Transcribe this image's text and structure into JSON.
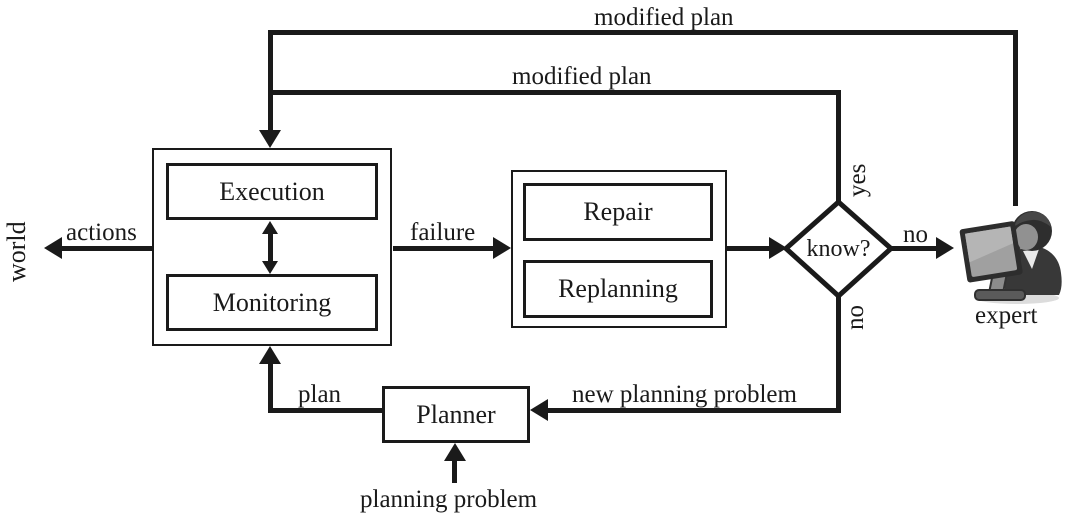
{
  "nodes": {
    "execution": {
      "label": "Execution"
    },
    "monitoring": {
      "label": "Monitoring"
    },
    "repair": {
      "label": "Repair"
    },
    "replanning": {
      "label": "Replanning"
    },
    "planner": {
      "label": "Planner"
    },
    "decision": {
      "label": "know?"
    }
  },
  "edge_labels": {
    "modified_plan_expert": "modified plan",
    "modified_plan_yes": "modified plan",
    "actions": "actions",
    "failure": "failure",
    "yes": "yes",
    "no_to_expert": "no",
    "no_down": "no",
    "plan": "plan",
    "new_planning_problem": "new planning problem",
    "planning_problem": "planning problem"
  },
  "external": {
    "world": "world",
    "expert": "expert"
  },
  "colors": {
    "line": "#1a1a1a",
    "background": "#ffffff"
  }
}
